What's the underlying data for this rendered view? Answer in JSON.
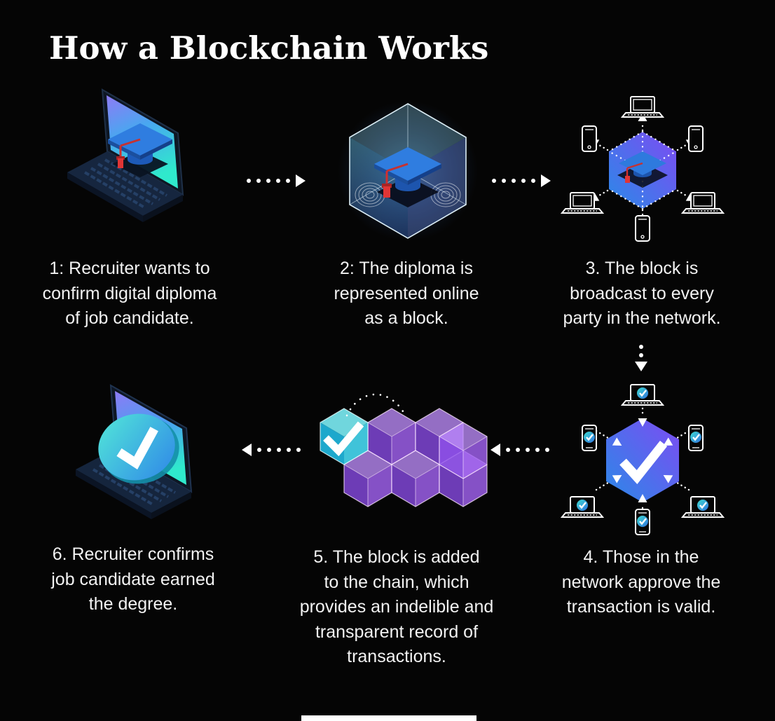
{
  "title": "How a Blockchain Works",
  "background_color": "#050505",
  "text_color": "#f2f2f2",
  "accent_colors": {
    "blue": "#2f86e8",
    "purple": "#7b4df2",
    "violet": "#8a4ce8",
    "teal": "#2fe9cc",
    "cap_blue": "#2f7de0",
    "tassel_red": "#e03535",
    "white": "#ffffff"
  },
  "steps": [
    {
      "number": "1",
      "illustration": "laptop-with-graduation-cap",
      "lines": [
        "1: Recruiter wants to",
        "confirm digital diploma",
        "of job candidate."
      ]
    },
    {
      "number": "2",
      "illustration": "glass-block-with-graduation-cap",
      "lines": [
        "2: The diploma is",
        "represented online",
        "as a block."
      ]
    },
    {
      "number": "3",
      "illustration": "network-broadcast-block",
      "lines": [
        "3. The block is",
        "broadcast to every",
        "party in the network."
      ]
    },
    {
      "number": "4",
      "illustration": "network-approval",
      "lines": [
        "4. Those in the",
        "network approve the",
        "transaction is valid."
      ]
    },
    {
      "number": "5",
      "illustration": "blockchain-cube-cluster",
      "lines": [
        "5. The block is added",
        "to the chain, which",
        "provides an indelible and",
        "transparent record of",
        "transactions."
      ]
    },
    {
      "number": "6",
      "illustration": "laptop-with-checkmark",
      "lines": [
        "6. Recruiter confirms",
        "job candidate earned",
        "the degree."
      ]
    }
  ],
  "arrows": [
    {
      "from": "1",
      "to": "2",
      "direction": "right"
    },
    {
      "from": "2",
      "to": "3",
      "direction": "right"
    },
    {
      "from": "3",
      "to": "4",
      "direction": "down"
    },
    {
      "from": "4",
      "to": "5",
      "direction": "left"
    },
    {
      "from": "5",
      "to": "6",
      "direction": "left"
    }
  ]
}
